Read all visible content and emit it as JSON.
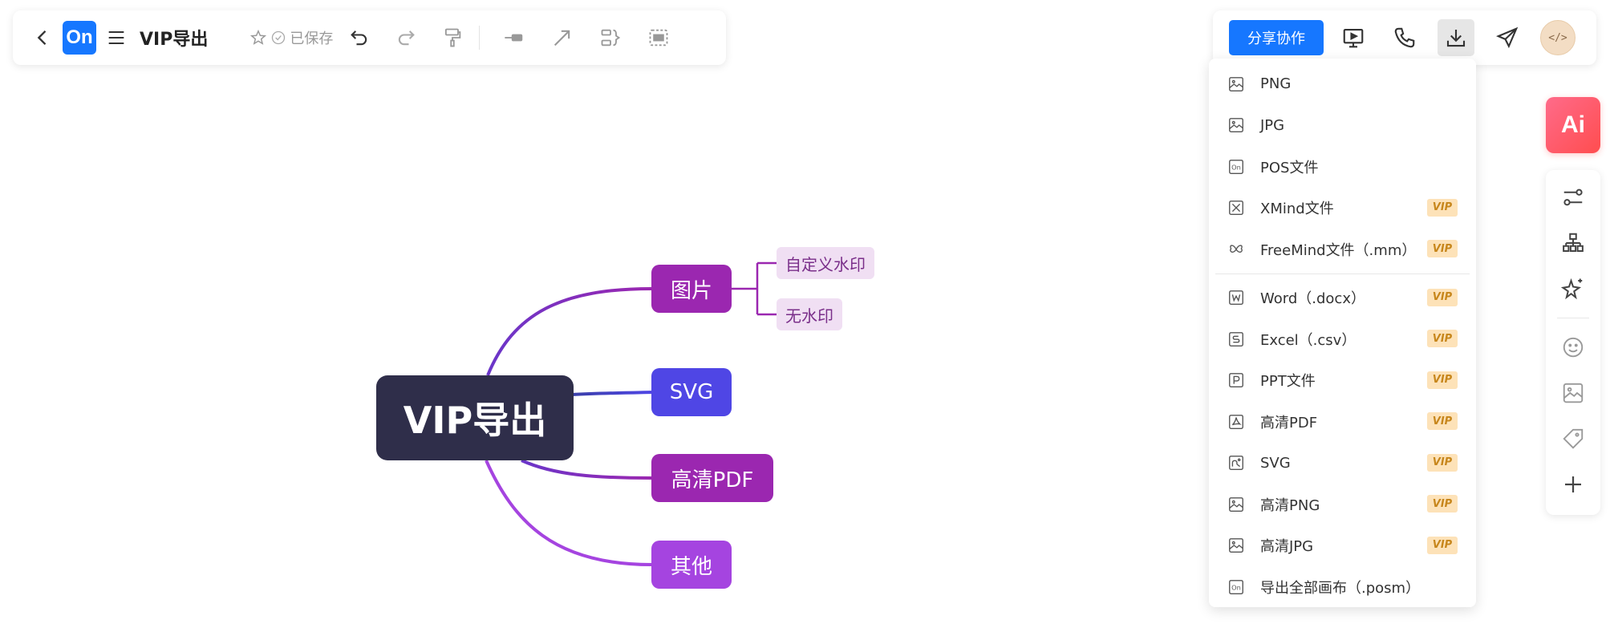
{
  "toolbar": {
    "doc_title": "VIP导出",
    "logo_text": "On",
    "saved_label": "已保存"
  },
  "header_right": {
    "share_label": "分享协作",
    "avatar_text": "</>"
  },
  "export_menu": {
    "items": [
      {
        "label": "PNG",
        "icon": "image-icon",
        "vip": ""
      },
      {
        "label": "JPG",
        "icon": "image-icon",
        "vip": ""
      },
      {
        "label": "POS文件",
        "icon": "on-file-icon",
        "vip": ""
      },
      {
        "label": "XMind文件",
        "icon": "xmind-icon",
        "vip": "VIP"
      },
      {
        "label": "FreeMind文件（.mm）",
        "icon": "freemind-icon",
        "vip": "VIP"
      },
      {
        "label": "Word（.docx）",
        "icon": "word-icon",
        "vip": "VIP"
      },
      {
        "label": "Excel（.csv）",
        "icon": "excel-icon",
        "vip": "VIP"
      },
      {
        "label": "PPT文件",
        "icon": "ppt-icon",
        "vip": "VIP"
      },
      {
        "label": "高清PDF",
        "icon": "pdf-icon",
        "vip": "VIP"
      },
      {
        "label": "SVG",
        "icon": "svg-file-icon",
        "vip": "VIP"
      },
      {
        "label": "高清PNG",
        "icon": "image-icon",
        "vip": "VIP"
      },
      {
        "label": "高清JPG",
        "icon": "image-icon",
        "vip": "VIP"
      },
      {
        "label": "导出全部画布（.posm）",
        "icon": "on-file-icon",
        "vip": ""
      }
    ]
  },
  "sidebar": {
    "ai_label": "Ai"
  },
  "mindmap": {
    "root": "VIP导出",
    "branches": [
      {
        "label": "图片",
        "color": "#9b27b0",
        "children": [
          "自定义水印",
          "无水印"
        ]
      },
      {
        "label": "SVG",
        "color": "#4f46e5",
        "children": []
      },
      {
        "label": "高清PDF",
        "color": "#9b27b0",
        "children": []
      },
      {
        "label": "其他",
        "color": "#a544e0",
        "children": []
      }
    ]
  },
  "colors": {
    "accent": "#1677ff",
    "root_bg": "#2f2e4a",
    "vip_bg": "#fde2b8",
    "vip_text": "#c7861b"
  }
}
